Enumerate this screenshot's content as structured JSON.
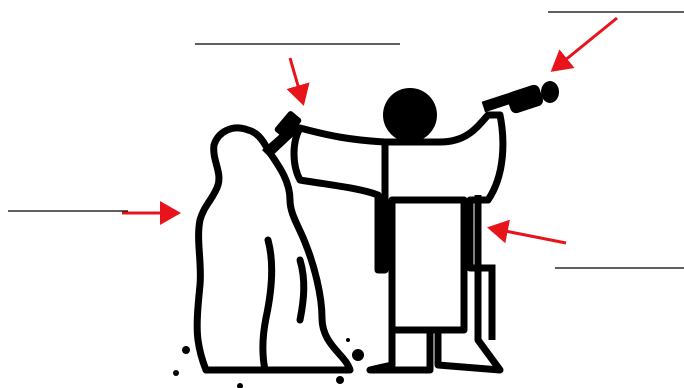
{
  "labels": [
    {
      "id": "label-tool",
      "text": ""
    },
    {
      "id": "label-mallet",
      "text": ""
    },
    {
      "id": "label-statue",
      "text": ""
    },
    {
      "id": "label-apron",
      "text": ""
    }
  ],
  "colors": {
    "background": "#ffffff",
    "ink": "#000000",
    "arrow": "#e8141b"
  },
  "icons": [
    "sculptor-figure",
    "stone-statue",
    "chisel",
    "mallet"
  ]
}
